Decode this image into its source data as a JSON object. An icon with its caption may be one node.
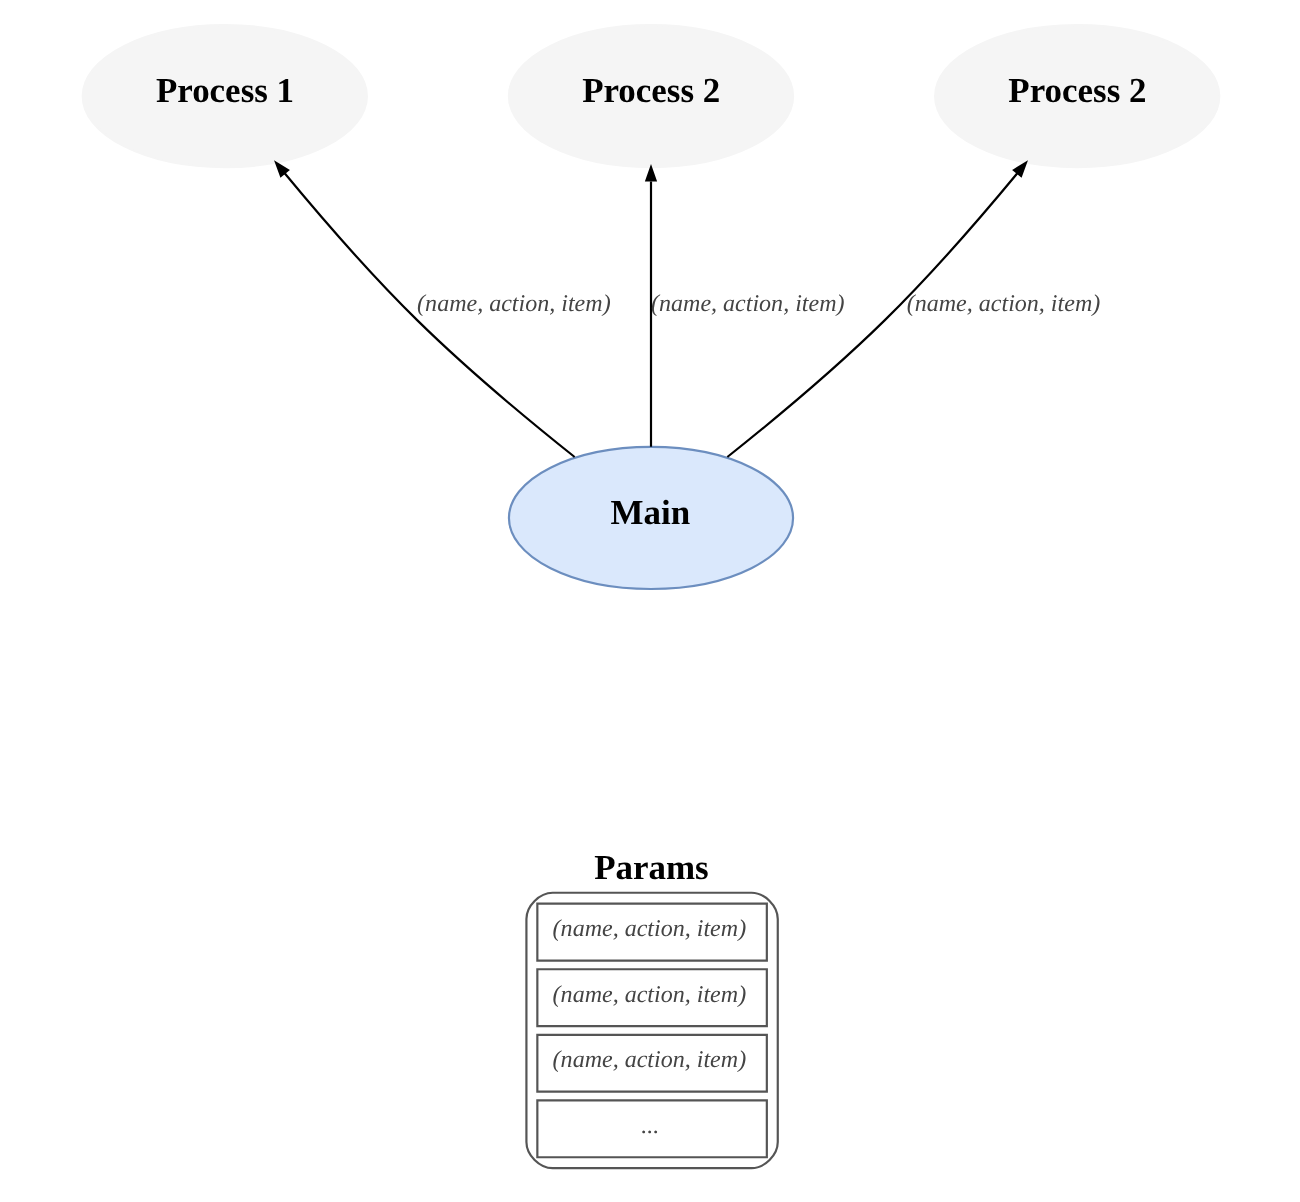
{
  "diagram": {
    "nodes": [
      {
        "text": [
          "Process 1"
        ]
      },
      {
        "text": [
          "Process 2"
        ]
      },
      {
        "text": [
          "Process 2"
        ]
      },
      {
        "text": [
          "Main"
        ]
      },
      {
        "text": [
          "Params",
          "(name, action, item)",
          "(name, action, item)",
          "(name, action, item)",
          "..."
        ]
      }
    ],
    "edges": [
      {
        "from": 3,
        "to": 0,
        "arrow": "to",
        "label": "(name, action, item)"
      },
      {
        "from": 3,
        "to": 1,
        "arrow": "to",
        "label": "(name, action, item)"
      },
      {
        "from": 3,
        "to": 2,
        "arrow": "to",
        "label": "(name, action, item)"
      }
    ]
  }
}
